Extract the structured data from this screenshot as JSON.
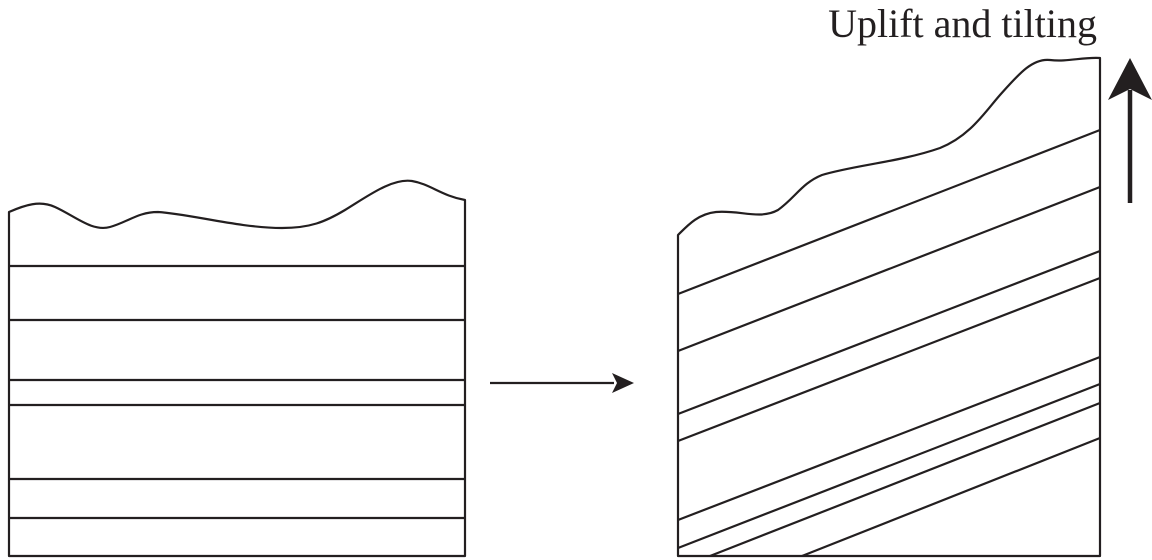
{
  "diagram": {
    "label": "Uplift and tilting",
    "colors": {
      "ink": "#231f20",
      "background": "#ffffff"
    },
    "panels": [
      {
        "name": "before",
        "strata_count": 6,
        "orientation": "horizontal"
      },
      {
        "name": "after",
        "strata_count": 8,
        "orientation": "tilted"
      }
    ],
    "icons": [
      "right-arrow-icon",
      "up-arrow-icon"
    ]
  }
}
